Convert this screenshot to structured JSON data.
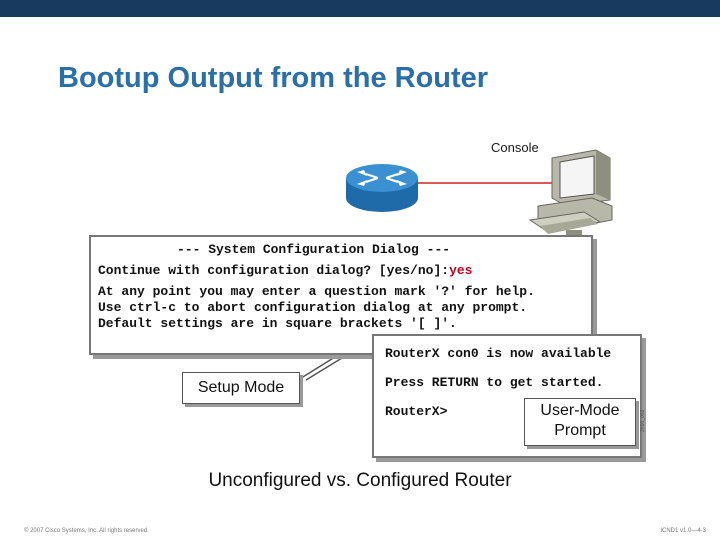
{
  "slide": {
    "title": "Bootup Output from the Router",
    "caption": "Unconfigured vs. Configured Router",
    "footer_left": "© 2007 Cisco Systems, Inc. All rights reserved.",
    "footer_right": "ICND1 v1.0—4-3"
  },
  "diagram": {
    "console_label": "Console",
    "fig_id": "2016_008",
    "colors": {
      "router": "#2a7fc0",
      "cable": "#d42020",
      "title": "#2a6fa8",
      "topbar": "#173a5e",
      "answer": "#c0001a"
    },
    "setup_dialog": {
      "line1": "--- System Configuration Dialog ---",
      "line2_prefix": "Continue with configuration dialog? [yes/no]:",
      "line2_answer": "yes",
      "line3": "At any point you may enter a question mark '?' for help.",
      "line4": "Use ctrl-c to abort configuration dialog at any prompt.",
      "line5": "Default settings are in square brackets '[ ]'."
    },
    "user_mode": {
      "line1": "RouterX con0 is now available",
      "line2": "Press RETURN to get started.",
      "line3": "RouterX>"
    },
    "callouts": {
      "setup_mode": "Setup Mode",
      "user_mode_line1": "User-Mode",
      "user_mode_line2": "Prompt"
    }
  }
}
